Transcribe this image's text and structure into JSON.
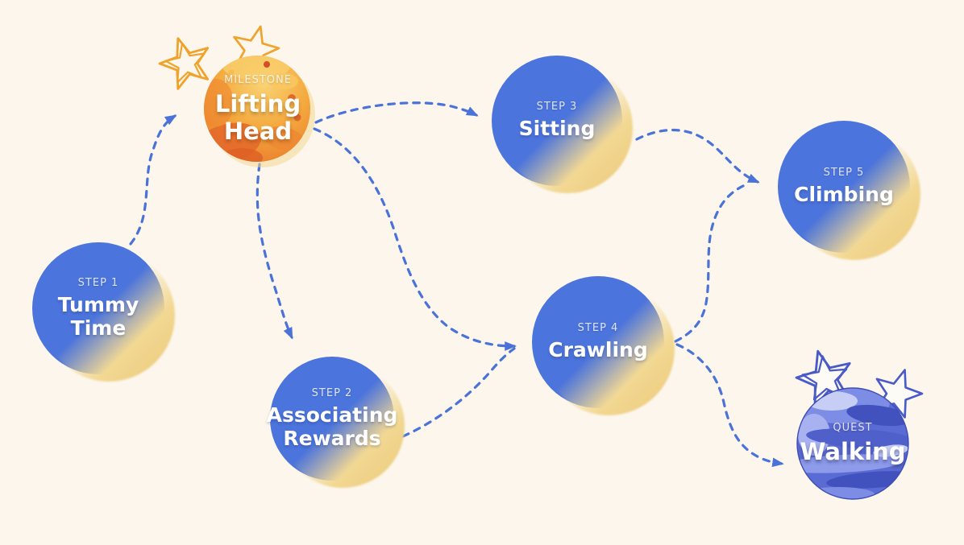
{
  "canvas": {
    "background_color": "#FCF6EC",
    "node_color": "#4B74DC",
    "arrow_color": "#4A72D8",
    "shadow_color": "#EFCF8B",
    "milestone_planet_color": "#F2A038",
    "quest_planet_color": "#5B6BD4",
    "star_orange_color": "#F0A32B",
    "star_indigo_color": "#4A5BC8"
  },
  "nodes": {
    "tummy": {
      "kicker": "STEP 1",
      "title": "Tummy Time"
    },
    "lifting": {
      "kicker": "MILESTONE",
      "title": "Lifting Head"
    },
    "sitting": {
      "kicker": "STEP 3",
      "title": "Sitting"
    },
    "assoc": {
      "kicker": "STEP 2",
      "title": "Associating Rewards"
    },
    "crawl": {
      "kicker": "STEP 4",
      "title": "Crawling"
    },
    "climb": {
      "kicker": "STEP 5",
      "title": "Climbing"
    },
    "walk": {
      "kicker": "QUEST",
      "title": "Walking"
    }
  },
  "connections": [
    {
      "from": "Tummy Time",
      "to": "Lifting Head"
    },
    {
      "from": "Lifting Head",
      "to": "Sitting"
    },
    {
      "from": "Lifting Head",
      "to": "Associating Rewards"
    },
    {
      "from": "Lifting Head",
      "to": "Crawling"
    },
    {
      "from": "Associating Rewards",
      "to": "Crawling"
    },
    {
      "from": "Sitting",
      "to": "Climbing"
    },
    {
      "from": "Crawling",
      "to": "Climbing"
    },
    {
      "from": "Crawling",
      "to": "Walking"
    }
  ]
}
